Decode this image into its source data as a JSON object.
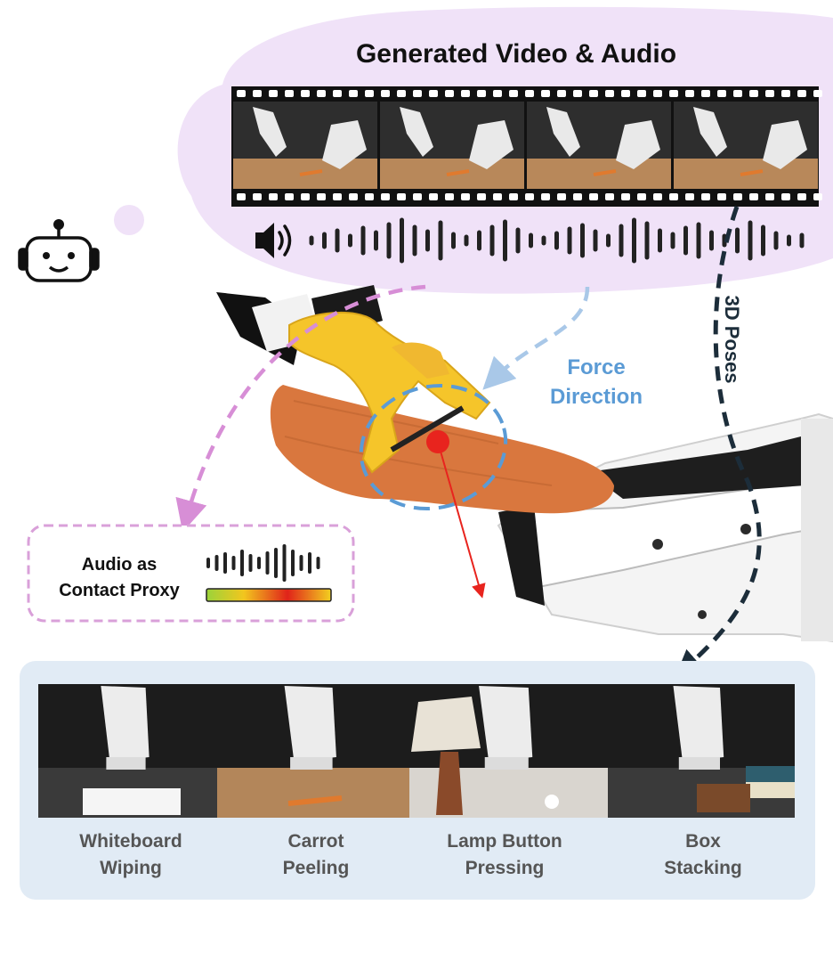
{
  "title": "Generated Video & Audio",
  "force_label": [
    "Force",
    "Direction"
  ],
  "poses_label": "3D Poses",
  "audio_proxy_label": [
    "Audio as",
    "Contact Proxy"
  ],
  "tasks": [
    {
      "line1": "Whiteboard",
      "line2": "Wiping"
    },
    {
      "line1": "Carrot",
      "line2": "Peeling"
    },
    {
      "line1": "Lamp Button",
      "line2": "Pressing"
    },
    {
      "line1": "Box",
      "line2": "Stacking"
    }
  ],
  "colors": {
    "thought_bubble": "#f0e2f8",
    "task_panel": "#e1ebf5",
    "force_blue": "#5b9bd5",
    "audio_pink": "#d78ed6",
    "pose_dark": "#1c2d3a",
    "contact_red": "#e8241e"
  },
  "icons": [
    "robot-icon",
    "speaker-icon",
    "waveform-icon",
    "contact-gradient-bar"
  ]
}
